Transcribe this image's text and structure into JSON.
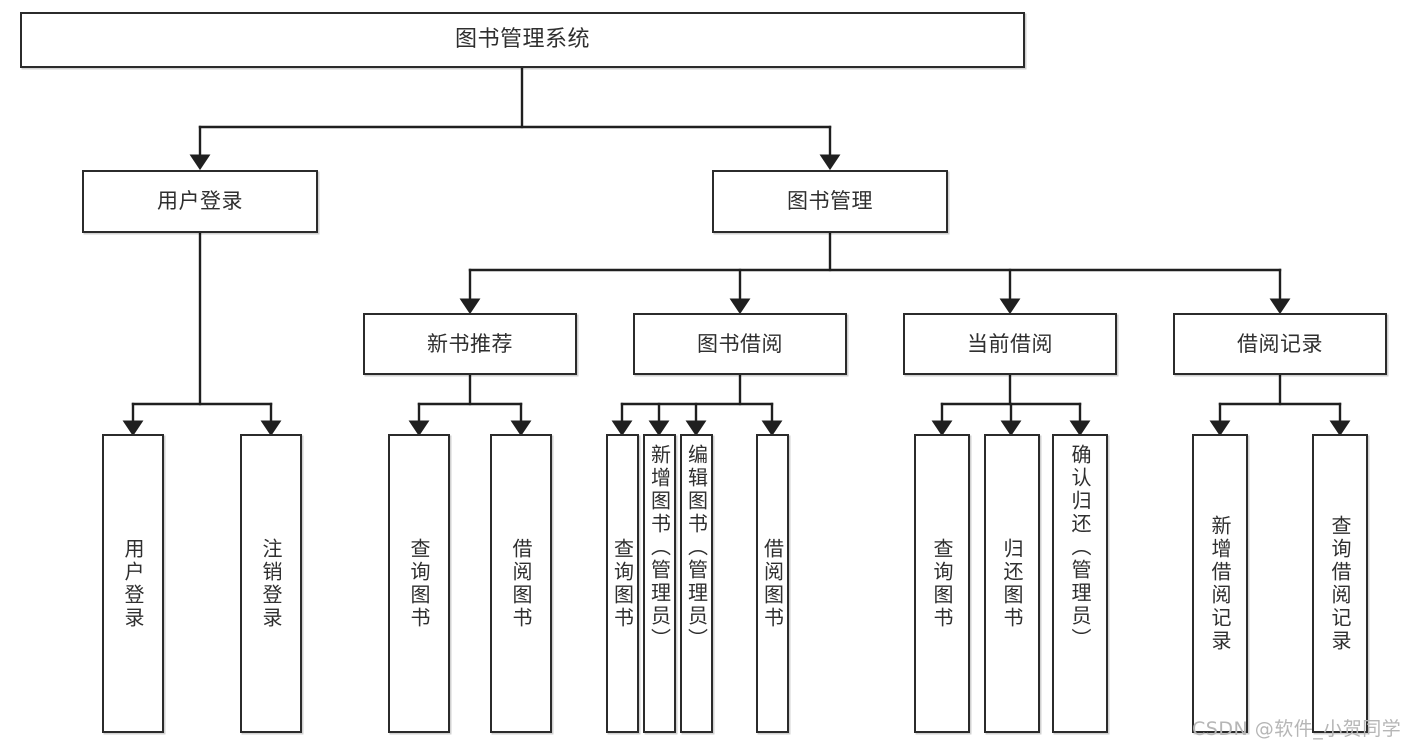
{
  "diagram": {
    "type": "tree",
    "title": "图书管理系统",
    "root": {
      "label": "图书管理系统"
    },
    "level2": [
      {
        "label": "用户登录"
      },
      {
        "label": "图书管理"
      }
    ],
    "level3": [
      {
        "label": "新书推荐"
      },
      {
        "label": "图书借阅"
      },
      {
        "label": "当前借阅"
      },
      {
        "label": "借阅记录"
      }
    ],
    "leaves": {
      "user_login": [
        {
          "label": "用户登录"
        },
        {
          "label": "注销登录"
        }
      ],
      "new_book": [
        {
          "label": "查询图书"
        },
        {
          "label": "借阅图书"
        }
      ],
      "book_borrow": [
        {
          "label": "查询图书"
        },
        {
          "label": "新增图书（管理员）"
        },
        {
          "label": "编辑图书（管理员）"
        },
        {
          "label": "借阅图书"
        }
      ],
      "current_borrow": [
        {
          "label": "查询图书"
        },
        {
          "label": "归还图书"
        },
        {
          "label": "确认归还（管理员）"
        }
      ],
      "borrow_record": [
        {
          "label": "新增借阅记录"
        },
        {
          "label": "查询借阅记录"
        }
      ]
    }
  },
  "watermark": {
    "text": "CSDN @软件_小贺同学"
  },
  "colors": {
    "box_border": "#2b2b2b",
    "box_fill": "#ffffff",
    "text": "#2f2f2f",
    "connector": "#1f1f1f",
    "watermark": "#b6b6b6",
    "page_background": "#ffffff"
  }
}
